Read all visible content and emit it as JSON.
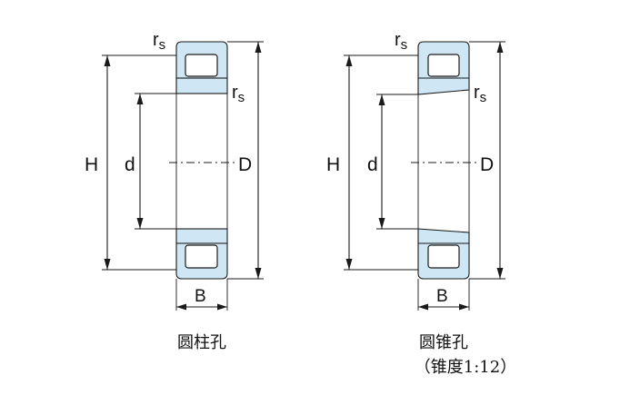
{
  "diagrams": [
    {
      "id": "cylindrical",
      "labels": {
        "rs_top": "r",
        "rs_top_sub": "s",
        "rs_inner": "r",
        "rs_inner_sub": "s",
        "H": "H",
        "d": "d",
        "D": "D",
        "B": "B"
      },
      "caption": "圆柱孔",
      "caption2": ""
    },
    {
      "id": "tapered",
      "labels": {
        "rs_top": "r",
        "rs_top_sub": "s",
        "rs_inner": "r",
        "rs_inner_sub": "s",
        "H": "H",
        "d": "d",
        "D": "D",
        "B": "B"
      },
      "caption": "圆锥孔",
      "caption2": "（锥度1:12）"
    }
  ],
  "colors": {
    "ring_fill": "#cfe6f5",
    "line": "#1a1a1a"
  }
}
